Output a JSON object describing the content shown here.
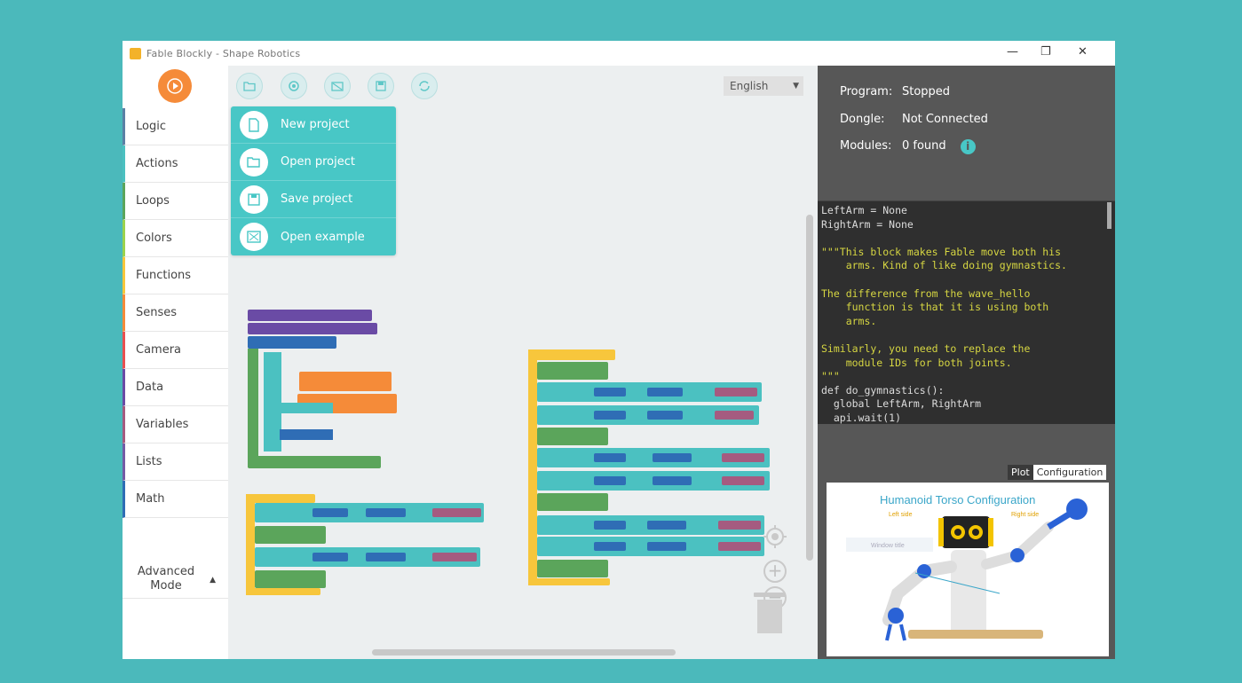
{
  "window": {
    "title": "Fable Blockly - Shape Robotics",
    "controls": {
      "minimize": "—",
      "maximize": "❐",
      "close": "✕"
    }
  },
  "sidebar": {
    "run_icon": "play-icon",
    "categories": [
      {
        "label": "Logic",
        "color": "#5b80a5"
      },
      {
        "label": "Actions",
        "color": "#4bc1c1"
      },
      {
        "label": "Loops",
        "color": "#5ba55b"
      },
      {
        "label": "Colors",
        "color": "#9bd24d"
      },
      {
        "label": "Functions",
        "color": "#f7c63c"
      },
      {
        "label": "Senses",
        "color": "#f58b39"
      },
      {
        "label": "Camera",
        "color": "#e85050"
      },
      {
        "label": "Data",
        "color": "#6a4ba5"
      },
      {
        "label": "Variables",
        "color": "#a55b80"
      },
      {
        "label": "Lists",
        "color": "#745ba5"
      },
      {
        "label": "Math",
        "color": "#2f6db5"
      }
    ],
    "advanced_mode": "Advanced Mode"
  },
  "toolbar": {
    "buttons": [
      "folder-icon",
      "settings-icon",
      "camera-icon",
      "save-icon",
      "sync-icon"
    ],
    "language": "English"
  },
  "file_menu": {
    "items": [
      {
        "label": "New project",
        "icon": "new-file-icon"
      },
      {
        "label": "Open project",
        "icon": "open-folder-icon"
      },
      {
        "label": "Save project",
        "icon": "save-disk-icon"
      },
      {
        "label": "Open example",
        "icon": "example-icon"
      }
    ]
  },
  "status": {
    "program_label": "Program:",
    "program_value": "Stopped",
    "dongle_label": "Dongle:",
    "dongle_value": "Not Connected",
    "modules_label": "Modules:",
    "modules_value": "0 found"
  },
  "code": {
    "lines": [
      "LeftArm = None",
      "RightArm = None",
      "",
      "\"\"\"This block makes Fable move both his",
      "    arms. Kind of like doing gymnastics.",
      "",
      "The difference from the wave_hello",
      "    function is that it is using both",
      "    arms.",
      "",
      "Similarly, you need to replace the",
      "    module IDs for both joints.",
      "\"\"\"",
      "def do_gymnastics():",
      "  global LeftArm, RightArm",
      "  api.wait(1)"
    ]
  },
  "tabs": {
    "plot": "Plot",
    "configuration": "Configuration"
  },
  "config": {
    "title": "Humanoid Torso Configuration",
    "left_label": "Left side",
    "right_label": "Right side",
    "input_placeholder": "Window title"
  }
}
